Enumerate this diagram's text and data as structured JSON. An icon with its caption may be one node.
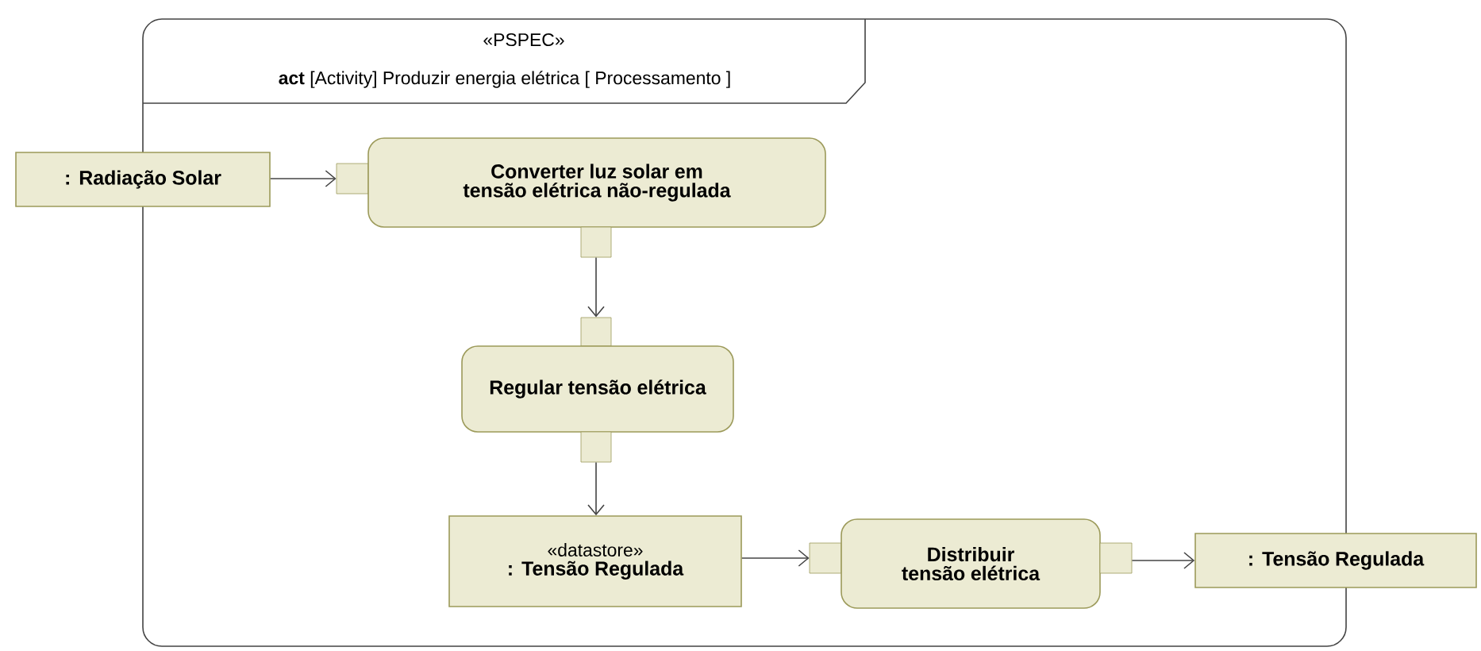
{
  "diagram": {
    "nodes": [
      {
        "text": [
          "«PSPEC»",
          "**act** [Activity] Produzir energia elétrica [ Processamento ]"
        ]
      },
      {
        "text": [
          ": Radiação Solar"
        ]
      },
      {
        "text": [],
        "shape": "box",
        "in": 0
      },
      {
        "text": [
          "Converter luz solar em tensão elétrica não-regulada"
        ],
        "in": 0
      },
      {
        "text": [],
        "shape": "box",
        "in": 0
      },
      {
        "text": [],
        "shape": "box",
        "in": 0
      },
      {
        "text": [
          "Regular tensão elétrica"
        ],
        "in": 0
      },
      {
        "text": [],
        "shape": "box",
        "in": 0
      },
      {
        "text": [
          "«datastore»",
          ": Tensão Regulada"
        ],
        "in": 0
      },
      {
        "text": [],
        "shape": "box",
        "in": 0
      },
      {
        "text": [
          "Distribuir tensão elétrica"
        ],
        "in": 0
      },
      {
        "text": [],
        "shape": "box",
        "in": 0
      },
      {
        "text": [
          ": Tensão Regulada"
        ]
      }
    ],
    "edges": [
      {
        "from": 1,
        "to": 2,
        "arrow": "to"
      },
      {
        "from": 4,
        "to": 5,
        "arrow": "to"
      },
      {
        "from": 7,
        "to": 8,
        "arrow": "to"
      },
      {
        "from": 8,
        "to": 9,
        "arrow": "to"
      },
      {
        "from": 11,
        "to": 12,
        "arrow": "to"
      }
    ]
  }
}
